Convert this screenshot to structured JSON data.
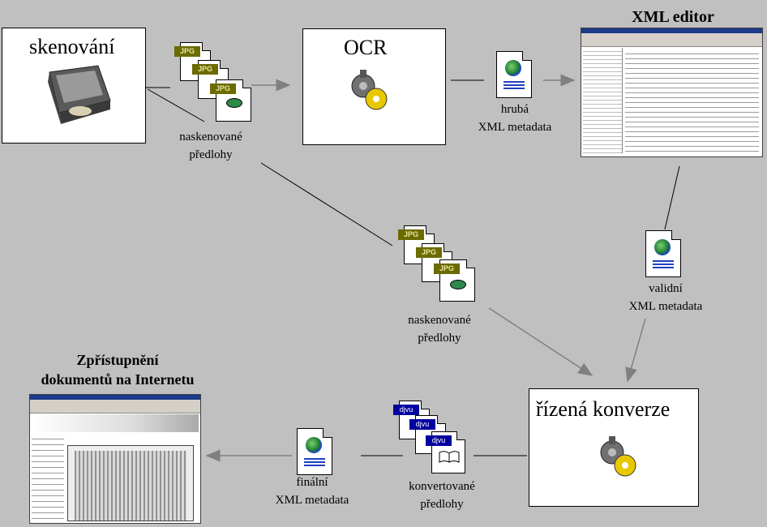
{
  "nodes": {
    "scanning": {
      "title": "skenování"
    },
    "ocr": {
      "title": "OCR"
    },
    "xml_editor": {
      "title": "XML editor"
    },
    "conversion": {
      "title": "řízená konverze"
    },
    "publishing": {
      "title_line1": "Zpřístupnění",
      "title_line2": "dokumentů na Internetu"
    }
  },
  "labels": {
    "scanned_top": {
      "line1": "naskenované",
      "line2": "předlohy"
    },
    "raw_xml": {
      "line1": "hrubá",
      "line2": "XML metadata"
    },
    "scanned_mid": {
      "line1": "naskenované",
      "line2": "předlohy"
    },
    "valid_xml": {
      "line1": "validní",
      "line2": "XML metadata"
    },
    "final_xml": {
      "line1": "finální",
      "line2": "XML metadata"
    },
    "converted": {
      "line1": "konvertované",
      "line2": "předlohy"
    }
  },
  "file_tags": {
    "jpg": "JPG",
    "djvu": "djvu"
  },
  "colors": {
    "background": "#c0c0c0",
    "arrow": "#808080",
    "line": "#000000"
  }
}
